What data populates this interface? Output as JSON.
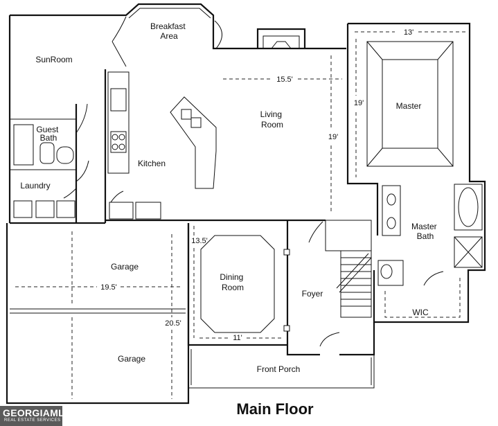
{
  "plan": {
    "title": "Main Floor",
    "rooms": {
      "breakfast_area": "Breakfast\nArea",
      "sunroom": "SunRoom",
      "guest_bath": "Guest\nBath",
      "laundry": "Laundry",
      "kitchen": "Kitchen",
      "living_room": "Living\nRoom",
      "master": "Master",
      "master_bath": "Master\nBath",
      "wic": "WIC",
      "garage_upper": "Garage",
      "garage_lower": "Garage",
      "dining_room": "Dining\nRoom",
      "foyer": "Foyer",
      "front_porch": "Front Porch"
    },
    "dimensions": {
      "master_width": "13'",
      "master_depth": "19'",
      "living_width": "15.5'",
      "living_depth": "19'",
      "garage_width": "19.5'",
      "garage_depth": "20.5'",
      "dining_depth": "13.5'",
      "dining_width": "11'"
    }
  },
  "logo": {
    "name": "GEORGIAMLS",
    "tagline": "REAL ESTATE SERVICES"
  }
}
